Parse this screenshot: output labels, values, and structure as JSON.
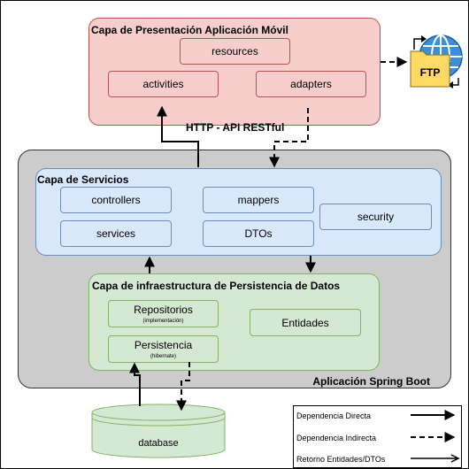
{
  "boot": {
    "label": "Aplicación Spring Boot"
  },
  "presentation": {
    "title": "Capa de Presentación Aplicación Móvil",
    "items": [
      "resources",
      "activities",
      "adapters"
    ]
  },
  "ftp": {
    "label": "FTP"
  },
  "connection": {
    "label": "HTTP - API RESTful"
  },
  "services": {
    "title": "Capa de Servicios",
    "items": [
      "controllers",
      "mappers",
      "security",
      "services",
      "DTOs"
    ]
  },
  "infra": {
    "title": "Capa de infraestructura de Persistencia de Datos",
    "repositorios": {
      "label": "Repositorios",
      "sub": "(implementación)"
    },
    "entidades": "Entidades",
    "persistencia": {
      "label": "Persistencia",
      "sub": "(hibernate)"
    }
  },
  "database": {
    "label": "database"
  },
  "legend": {
    "direct": "Dependencia Directa",
    "indirect": "Dependencia Indirecta",
    "return": "Retorno Entidades/DTOs"
  },
  "colors": {
    "presentation_fill": "#f8cecc",
    "presentation_stroke": "#b85450",
    "services_fill": "#dae8fc",
    "services_stroke": "#6c8ebf",
    "infra_fill": "#d5e8d4",
    "infra_stroke": "#82b366",
    "boot_fill": "#cccccc",
    "ftp_fill": "#ffd966"
  }
}
